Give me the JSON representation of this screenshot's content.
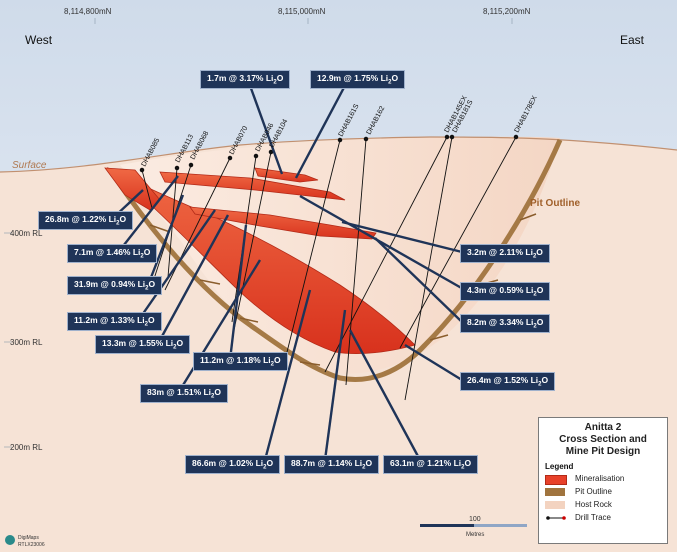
{
  "header": {
    "west": "West",
    "east": "East",
    "northings": [
      "8,114,800mN",
      "8,115,000mN",
      "8,115,200mN"
    ]
  },
  "labels": {
    "surface": "Surface",
    "pit_outline": "Pit Outline"
  },
  "rl_labels": [
    "400m RL",
    "300m RL",
    "200m RL"
  ],
  "holes": [
    "DHAB085",
    "DHAB113",
    "DHAB068",
    "DHAB070",
    "DHAB046",
    "DHAB104",
    "DHAB161S",
    "DHAB162",
    "DHAB145EX",
    "DHAB181S",
    "DHAB178EX"
  ],
  "intercepts": [
    {
      "text": "1.7m @ 3.17% Li",
      "sub": "2",
      "tail": "O"
    },
    {
      "text": "12.9m @ 1.75% Li",
      "sub": "2",
      "tail": "O"
    },
    {
      "text": "26.8m @ 1.22% Li",
      "sub": "2",
      "tail": "O"
    },
    {
      "text": "7.1m @ 1.46% Li",
      "sub": "2",
      "tail": "O"
    },
    {
      "text": "31.9m @ 0.94% Li",
      "sub": "2",
      "tail": "O"
    },
    {
      "text": "11.2m @ 1.33% Li",
      "sub": "2",
      "tail": "O"
    },
    {
      "text": "13.3m @ 1.55% Li",
      "sub": "2",
      "tail": "O"
    },
    {
      "text": "11.2m @ 1.18% Li",
      "sub": "2",
      "tail": "O"
    },
    {
      "text": "83m @ 1.51% Li",
      "sub": "2",
      "tail": "O"
    },
    {
      "text": "86.6m @ 1.02% Li",
      "sub": "2",
      "tail": "O"
    },
    {
      "text": "88.7m @ 1.14% Li",
      "sub": "2",
      "tail": "O"
    },
    {
      "text": "63.1m @ 1.21% Li",
      "sub": "2",
      "tail": "O"
    },
    {
      "text": "3.2m @ 2.11% Li",
      "sub": "2",
      "tail": "O"
    },
    {
      "text": "4.3m @ 0.59% Li",
      "sub": "2",
      "tail": "O"
    },
    {
      "text": "8.2m @ 3.34% Li",
      "sub": "2",
      "tail": "O"
    },
    {
      "text": "26.4m @ 1.52% Li",
      "sub": "2",
      "tail": "O"
    }
  ],
  "legend": {
    "title_lines": [
      "Anitta 2",
      "Cross Section and",
      "Mine Pit Design"
    ],
    "heading": "Legend",
    "items": [
      {
        "label": "Mineralisation",
        "color": "#e8412a"
      },
      {
        "label": "Pit Outline",
        "color": "#a0743e"
      },
      {
        "label": "Host Rock",
        "color": "#f3d3c0"
      },
      {
        "label": "Drill Trace",
        "color": "#111111"
      }
    ]
  },
  "scale": {
    "value": "100",
    "unit": "Metres"
  },
  "logo": {
    "line1": "DigiMaps",
    "line2": "RTLX23006"
  },
  "colors": {
    "sky": "#dde6f1",
    "host_rock": "#f3d3c0",
    "mineralisation": "#e8412a",
    "pit": "#a0743e",
    "box": "#1f3458",
    "surface_label": "#b07a52",
    "pit_label": "#a0602a"
  }
}
